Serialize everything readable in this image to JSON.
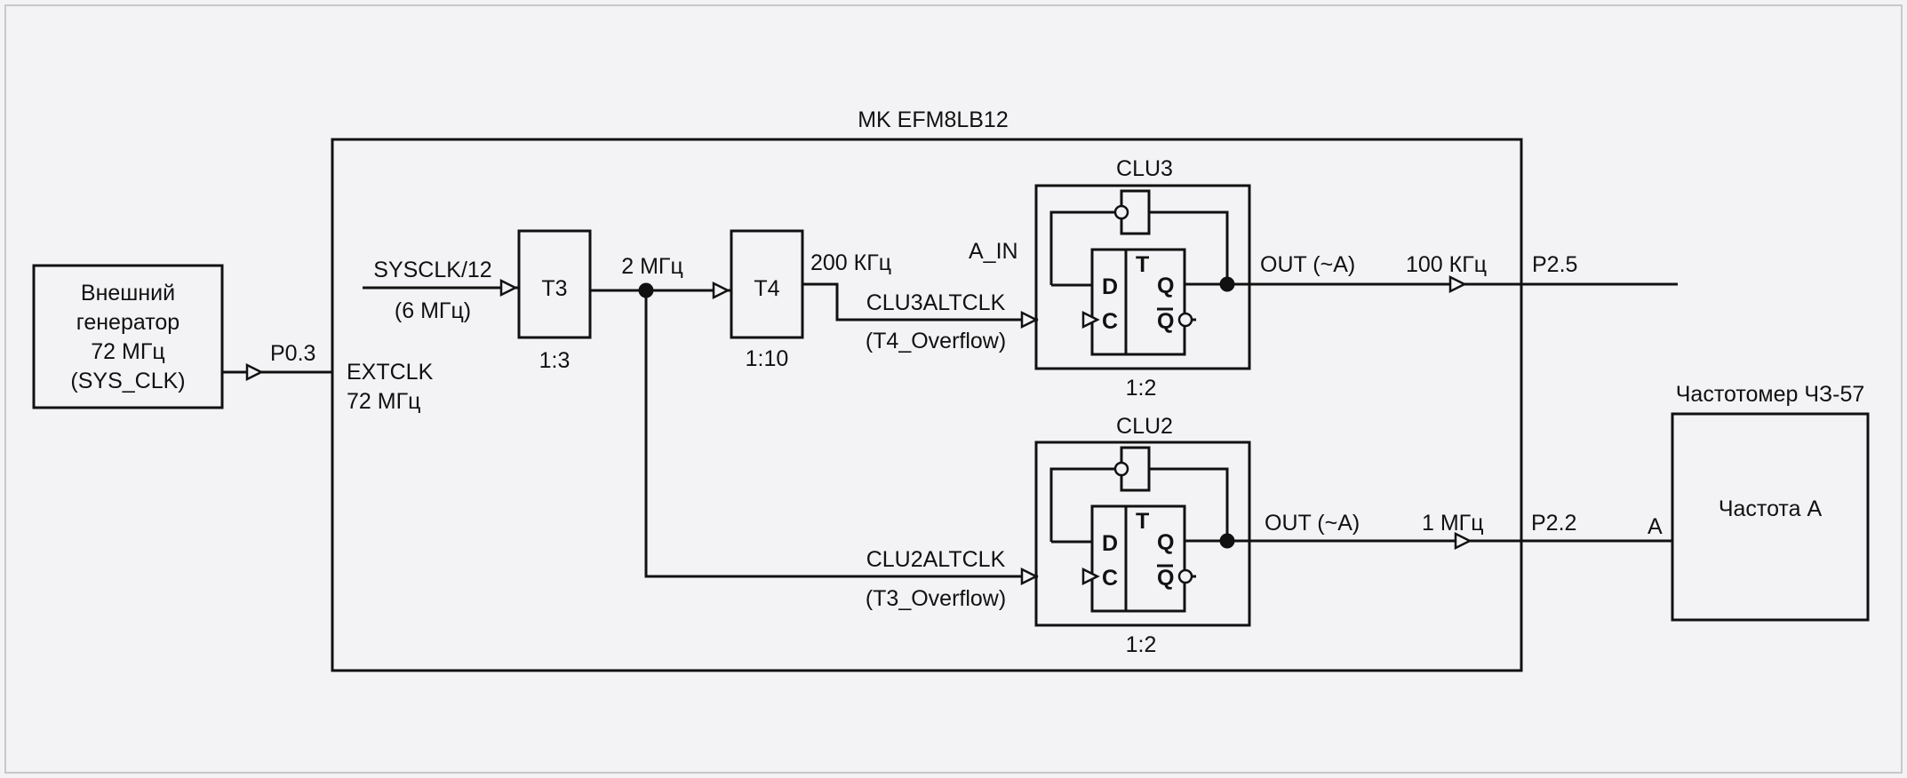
{
  "colors": {
    "background": "#f3f3f5",
    "line": "#111111",
    "frame": "#c8c8c8"
  },
  "generator": {
    "lines": [
      "Внешний",
      "генератор",
      "72 МГц",
      "(SYS_CLK)"
    ]
  },
  "p03": "P0.3",
  "mcu": {
    "title": "MK EFM8LB12",
    "extclk": [
      "EXTCLK",
      "72 МГц"
    ],
    "sysclk": [
      "SYSCLK/12",
      "(6 МГц)"
    ]
  },
  "t3": {
    "name": "T3",
    "ratio": "1:3"
  },
  "t4": {
    "name": "T4",
    "ratio": "1:10"
  },
  "freq_2mhz": "2 МГц",
  "freq_200khz": "200 КГц",
  "a_in": "A_IN",
  "clu3": {
    "name": "CLU3",
    "ratio": "1:2",
    "altclk": [
      "CLU3ALTCLK",
      "(T4_Overflow)"
    ],
    "out": "OUT (~A)",
    "freq": "100 КГц",
    "pin": "P2.5"
  },
  "clu2": {
    "name": "CLU2",
    "ratio": "1:2",
    "altclk": [
      "CLU2ALTCLK",
      "(T3_Overflow)"
    ],
    "out": "OUT (~A)",
    "freq": "1 МГц",
    "pin": "P2.2"
  },
  "flipflop": {
    "d": "D",
    "c": "C",
    "t": "T",
    "q": "Q",
    "qbar": "Q"
  },
  "counter": {
    "title": "Частотомер ЧЗ-57",
    "input_label": "A",
    "channel": "Частота A"
  }
}
